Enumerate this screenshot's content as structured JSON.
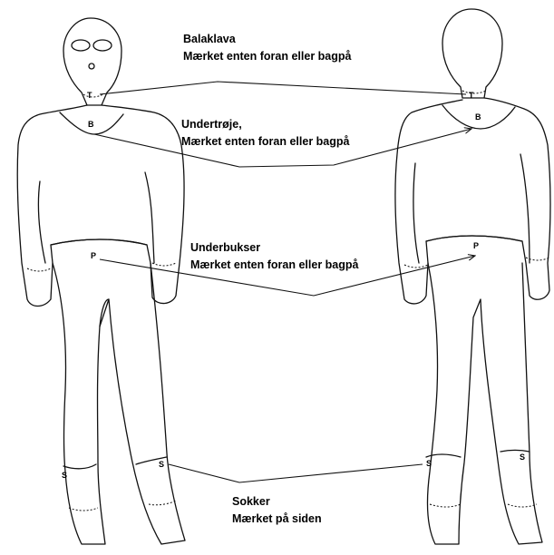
{
  "labels": {
    "balaklava": {
      "title": "Balaklava",
      "note": "Mærket enten foran eller bagpå"
    },
    "undertroje": {
      "title": "Undertrøje,",
      "note": "Mærket enten foran eller bagpå"
    },
    "underbukser": {
      "title": "Underbukser",
      "note": "Mærket enten foran eller bagpå"
    },
    "sokker": {
      "title": "Sokker",
      "note": "Mærket på siden"
    }
  },
  "markers": {
    "t": "T",
    "b": "B",
    "p": "P",
    "s": "S"
  }
}
